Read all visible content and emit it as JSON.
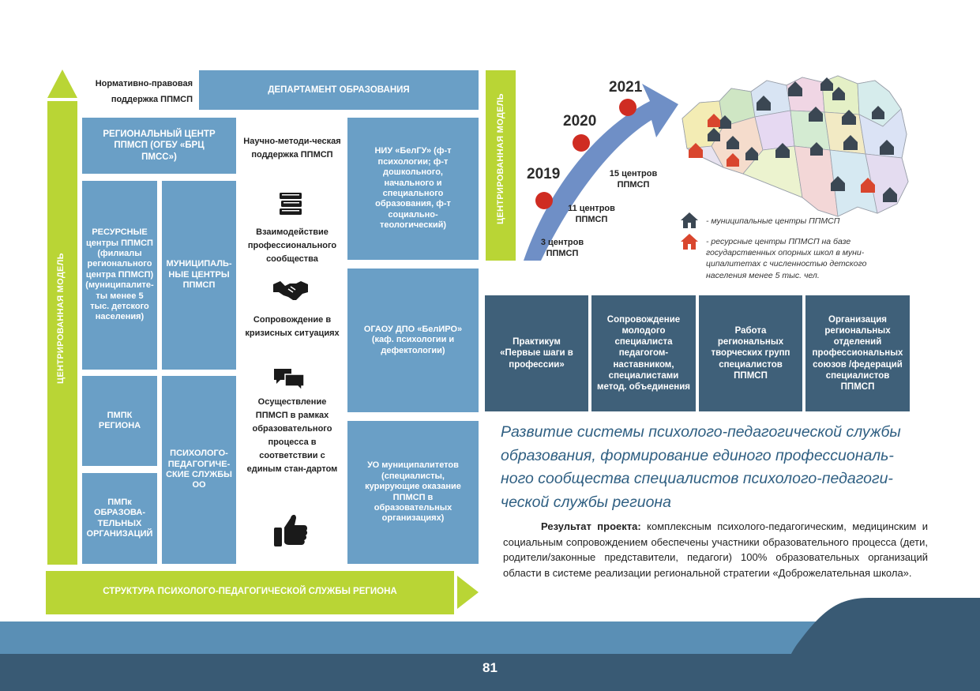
{
  "structure": {
    "normative_label": "Нормативно-правовая поддержка ППМСП",
    "department": "ДЕПАРТАМЕНТ ОБРАЗОВАНИЯ",
    "regional_center": "РЕГИОНАЛЬНЫЙ ЦЕНТР ППМСП (ОГБУ «БРЦ ПМСС»)",
    "resource_centers": "РЕСУРСНЫЕ центры ППМСП (филиалы регионального центра ППМСП) (муниципалите-ты менее 5 тыс. детского населения)",
    "municipal_centers": "МУНИЦИПАЛЬ-НЫЕ ЦЕНТРЫ ППМСП",
    "pmpk_region": "ПМПК РЕГИОНА",
    "pmpk_org": "ПМПк ОБРАЗОВА-ТЕЛЬНЫХ ОРГАНИЗАЦИЙ",
    "psych_services": "ПСИХОЛОГО-ПЕДАГОГИЧЕ-СКИЕ СЛУЖБЫ ОО",
    "niu": "НИУ «БелГУ» (ф-т психологии; ф-т дошкольного, начального и специального образования, ф-т социально-теологический)",
    "ogaou": "ОГАОУ ДПО «БелИРО» (каф. психологии и дефектологии)",
    "uo": "УО муниципалитетов (специалисты, курирующие оказание ППМСП в образовательных организациях)",
    "centered_model_left": "ЦЕНТРИРОВАННАЯ МОДЕЛЬ",
    "centered_model_right": "ЦЕНТРИРОВАННАЯ МОДЕЛЬ",
    "bottom_bar": "СТРУКТУРА ПСИХОЛОГО-ПЕДАГОГИЧЕСКОЙ СЛУЖБЫ РЕГИОНА"
  },
  "middle_column": [
    {
      "label": "Научно-методи-ческая поддержка ППМСП",
      "icon": "books-icon"
    },
    {
      "label": "Взаимодействие профессионального сообщества",
      "icon": "handshake-icon"
    },
    {
      "label": "Сопровождение в кризисных ситуациях",
      "icon": "chat-bubbles-icon"
    },
    {
      "label": "Осуществление ППМСП в рамках образовательного процесса в соответствии с единым стан-дартом",
      "icon": "thumbs-up-icon"
    }
  ],
  "timeline": {
    "years": [
      "2019",
      "2020",
      "2021"
    ],
    "counts": [
      "3 центров ППМСП",
      "11 центров ППМСП",
      "15 центров ППМСП"
    ]
  },
  "legend": {
    "municipal": "- муниципальные центры ППМСП",
    "resource": "- ресурсные центры ППМСП на базе государственных опорных школ в муни-ципалитетах с численностью детского населения менее 5 тыс. чел."
  },
  "activities": [
    "Практикум «Первые шаги в профессии»",
    "Сопровождение молодого специалиста педагогом-наставником, специалистами метод. объединения",
    "Работа региональных творческих групп специалистов ППМСП",
    "Организация региональных отделений профессиональных союзов /федераций специалистов ППМСП"
  ],
  "headline": "Развитие системы психолого-педагогической службы образования, формирование единого профессиональ-ного сообщества специалистов психолого-педагоги-ческой службы региона",
  "result": {
    "label": "Результат проекта:",
    "text": "комплексным психолого-педагогическим, медицинским и социальным сопровождением обеспечены участники образовательного процесса (дети, родители/законные представители, педагоги) 100% образовательных организаций области в системе реализации региональной стратегии «Доброжелательная школа»."
  },
  "page_number": "81",
  "colors": {
    "box_blue": "#6a9fc6",
    "box_dark": "#3f6079",
    "lime": "#b9d535",
    "footer_light": "#5a8fb5",
    "footer_dark": "#395a74",
    "marker_red": "#cf2c22",
    "arrow_blue": "#6f8fc6"
  }
}
